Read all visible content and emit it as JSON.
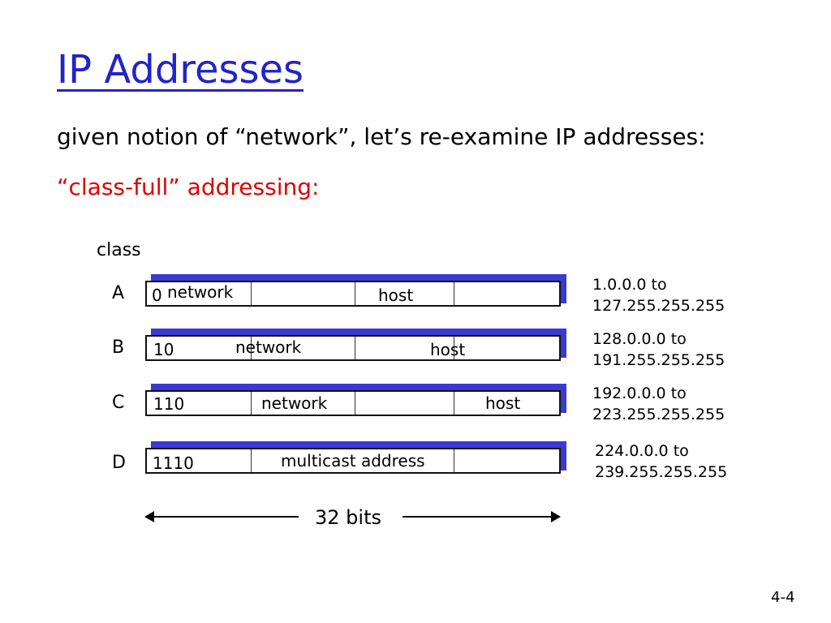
{
  "slide": {
    "title": "IP Addresses",
    "subtitle": "given notion of “network”, let’s re-examine IP addresses:",
    "subtitle_red": "“class-full” addressing:",
    "page_number": "4-4",
    "accent_color": "#2323c8",
    "red_color": "#e00000"
  },
  "diagram": {
    "class_heading": "class",
    "rows": [
      {
        "letter": "A",
        "prefix": "0",
        "fields": [
          "network",
          "host"
        ],
        "range_start": "1.0.0.0 to",
        "range_end": "127.255.255.255"
      },
      {
        "letter": "B",
        "prefix": "10",
        "fields": [
          "network",
          "host"
        ],
        "range_start": "128.0.0.0 to",
        "range_end": "191.255.255.255"
      },
      {
        "letter": "C",
        "prefix": "110",
        "fields": [
          "network",
          "host"
        ],
        "range_start": "192.0.0.0 to",
        "range_end": "223.255.255.255"
      },
      {
        "letter": "D",
        "prefix": "1110",
        "fields": [
          "multicast address"
        ],
        "range_start": "224.0.0.0 to",
        "range_end": "239.255.255.255"
      }
    ],
    "bits_label": "32 bits"
  }
}
